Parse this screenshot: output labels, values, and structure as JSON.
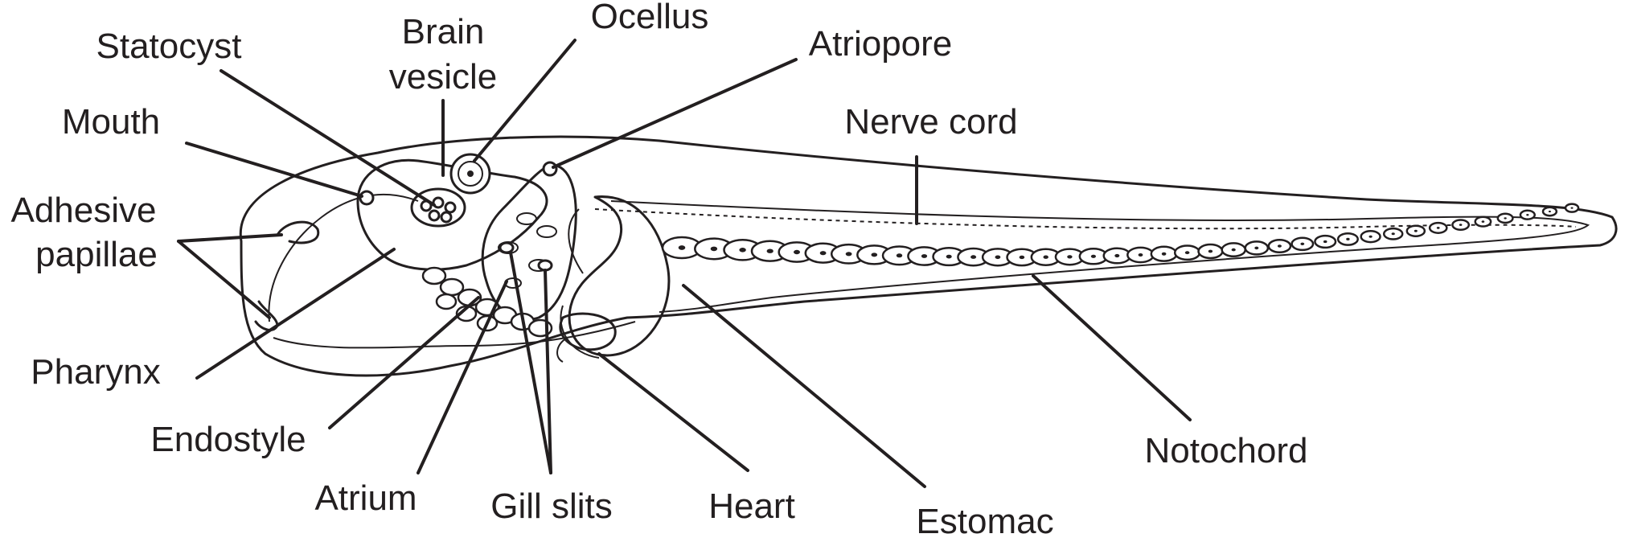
{
  "labels": {
    "statocyst": "Statocyst",
    "brain_vesicle_1": "Brain",
    "brain_vesicle_2": "vesicle",
    "ocellus": "Ocellus",
    "atriopore": "Atriopore",
    "mouth": "Mouth",
    "nerve_cord": "Nerve cord",
    "adhesive_papillae_1": "Adhesive",
    "adhesive_papillae_2": "papillae",
    "pharynx": "Pharynx",
    "endostyle": "Endostyle",
    "atrium": "Atrium",
    "gill_slits": "Gill slits",
    "heart": "Heart",
    "estomac": "Estomac",
    "notochord": "Notochord"
  },
  "colors": {
    "ink": "#231f20",
    "background": "#ffffff"
  }
}
